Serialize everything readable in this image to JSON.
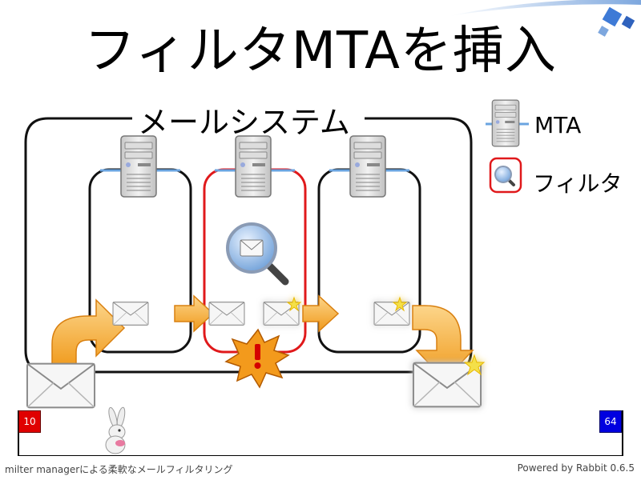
{
  "slide": {
    "title": "フィルタMTAを挿入"
  },
  "diagram": {
    "system_label": "メールシステム"
  },
  "legend": {
    "mta_label": "MTA",
    "filter_label": "フィルタ"
  },
  "footer": {
    "left_text": "milter managerによる柔軟なメールフィルタリング",
    "right_text": "Powered by Rabbit 0.6.5"
  },
  "progress": {
    "current_page": "10",
    "total_pages": "64"
  },
  "colors": {
    "filter_border": "#e0191b",
    "arrow_orange": "#f5a623",
    "flag_current": "#e00000",
    "flag_total": "#0000e0"
  }
}
